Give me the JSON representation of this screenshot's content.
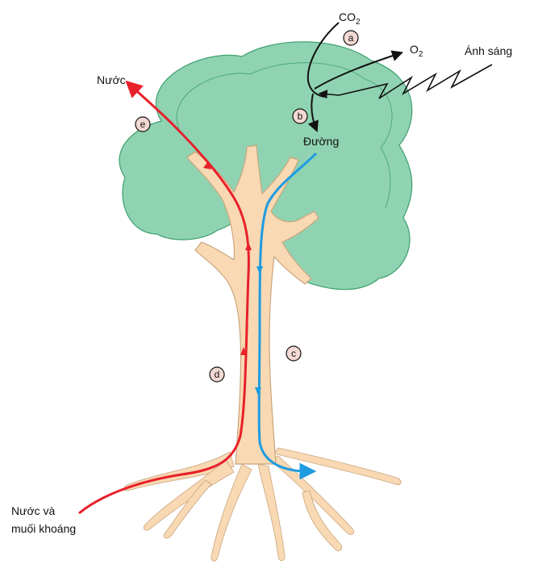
{
  "labels": {
    "co2": "CO",
    "co2_sub": "2",
    "o2": "O",
    "o2_sub": "2",
    "light": "Ánh sáng",
    "sugar": "Đường",
    "water_top": "Nước",
    "roots_line1": "Nước và",
    "roots_line2": "muối khoáng"
  },
  "badges": {
    "a": "a",
    "b": "b",
    "c": "c",
    "d": "d",
    "e": "e"
  },
  "colors": {
    "canopy_fill": "#8fd3b2",
    "canopy_edge": "#3fa06e",
    "trunk_fill": "#f8d9b4",
    "trunk_edge": "#caa57c",
    "water_path": "#e8202a",
    "sugar_path": "#1f9be0",
    "line": "#111111"
  }
}
